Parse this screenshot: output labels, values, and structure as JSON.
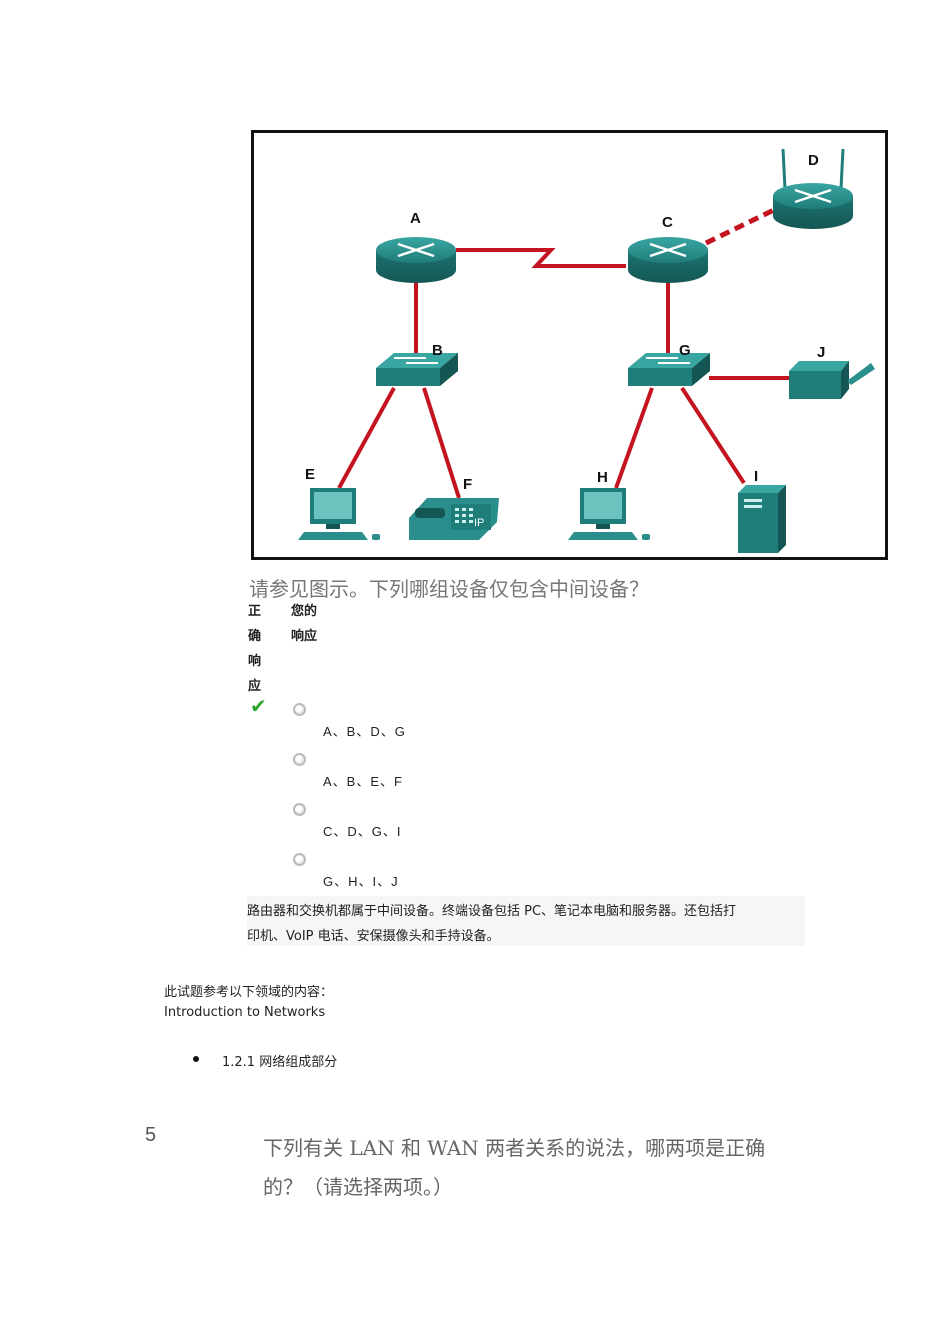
{
  "figure": {
    "labels": [
      "A",
      "B",
      "C",
      "D",
      "E",
      "F",
      "G",
      "H",
      "I",
      "J"
    ],
    "phone_label": "IP",
    "colors": {
      "link": "#c4141f",
      "device": "#2a8f8c"
    }
  },
  "question4": {
    "text": "请参见图示。下列哪组设备仅包含中间设备？",
    "col_correct": [
      "正",
      "确",
      "响",
      "应"
    ],
    "col_yours": [
      "您的",
      "响应"
    ],
    "options": [
      "A、B、D、G",
      "A、B、E、F",
      "C、D、G、I",
      "G、H、I、J"
    ],
    "correct_index": 0,
    "explanation_line1": "路由器和交换机都属于中间设备。终端设备包括 PC、笔记本电脑和服务器。还包括打",
    "explanation_line2": "印机、VoIP 电话、安保摄像头和手持设备。"
  },
  "reference": {
    "intro": "此试题参考以下领域的内容：",
    "course": "Introduction to Networks",
    "item": "1.2.1 网络组成部分"
  },
  "question5": {
    "number": "5",
    "line1": "下列有关 LAN 和 WAN 两者关系的说法，哪两项是正确",
    "line2": "的？（请选择两项。）"
  }
}
